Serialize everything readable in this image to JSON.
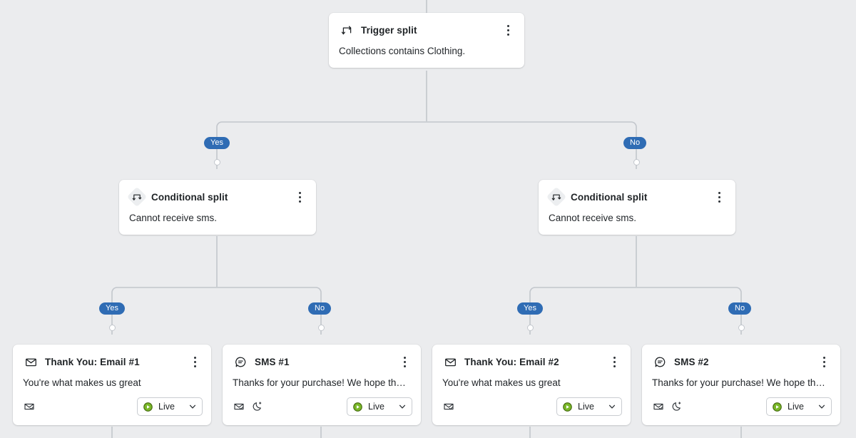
{
  "canvas": {
    "background_color": "#ebecee",
    "edge_color": "#c2c6cc",
    "branch_pill_color": "#2f6cb4",
    "status_live_color": "#5a9216"
  },
  "nodes": [
    {
      "id": "trigger-split",
      "type": "trigger-split",
      "icon": "split-icon",
      "title": "Trigger split",
      "body": "Collections contains Clothing.",
      "menu_icon": "kebab-menu-icon"
    },
    {
      "id": "conditional-split-left",
      "type": "conditional-split",
      "icon": "conditional-split-icon",
      "title": "Conditional split",
      "body": "Cannot receive sms.",
      "menu_icon": "kebab-menu-icon"
    },
    {
      "id": "conditional-split-right",
      "type": "conditional-split",
      "icon": "conditional-split-icon",
      "title": "Conditional split",
      "body": "Cannot receive sms.",
      "menu_icon": "kebab-menu-icon"
    },
    {
      "id": "email-1",
      "type": "email",
      "icon": "envelope-icon",
      "title": "Thank You: Email #1",
      "body": "You're what makes us great",
      "menu_icon": "kebab-menu-icon",
      "foot_icons": [
        "smart-sending-icon"
      ],
      "status": "Live",
      "status_icon": "live-play-icon",
      "chevron_icon": "chevron-down-icon"
    },
    {
      "id": "sms-1",
      "type": "sms",
      "icon": "sms-bubble-icon",
      "title": "SMS #1",
      "body": "Thanks for your purchase! We hope that ...",
      "menu_icon": "kebab-menu-icon",
      "foot_icons": [
        "smart-sending-icon",
        "quiet-hours-icon"
      ],
      "status": "Live",
      "status_icon": "live-play-icon",
      "chevron_icon": "chevron-down-icon"
    },
    {
      "id": "email-2",
      "type": "email",
      "icon": "envelope-icon",
      "title": "Thank You: Email #2",
      "body": "You're what makes us great",
      "menu_icon": "kebab-menu-icon",
      "foot_icons": [
        "smart-sending-icon"
      ],
      "status": "Live",
      "status_icon": "live-play-icon",
      "chevron_icon": "chevron-down-icon"
    },
    {
      "id": "sms-2",
      "type": "sms",
      "icon": "sms-bubble-icon",
      "title": "SMS #2",
      "body": "Thanks for your purchase! We hope that ...",
      "menu_icon": "kebab-menu-icon",
      "foot_icons": [
        "smart-sending-icon",
        "quiet-hours-icon"
      ],
      "status": "Live",
      "status_icon": "live-play-icon",
      "chevron_icon": "chevron-down-icon"
    }
  ],
  "branches": [
    {
      "id": "trigger-yes",
      "label": "Yes"
    },
    {
      "id": "trigger-no",
      "label": "No"
    },
    {
      "id": "left-yes",
      "label": "Yes"
    },
    {
      "id": "left-no",
      "label": "No"
    },
    {
      "id": "right-yes",
      "label": "Yes"
    },
    {
      "id": "right-no",
      "label": "No"
    }
  ]
}
